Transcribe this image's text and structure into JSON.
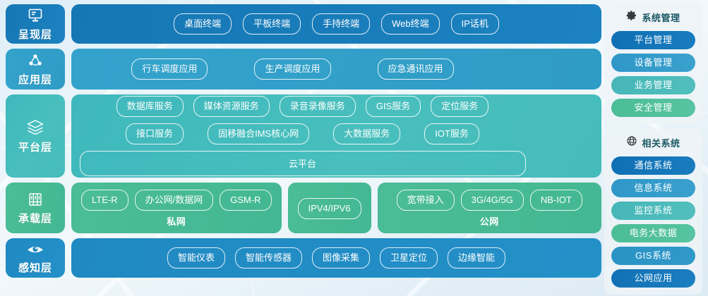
{
  "layers": [
    {
      "id": "presentation",
      "label": "呈现层",
      "icon": "monitor-icon",
      "items": [
        "桌面终端",
        "平板终端",
        "手持终端",
        "Web终端",
        "IP话机"
      ]
    },
    {
      "id": "application",
      "label": "应用层",
      "icon": "network-nodes-icon",
      "items": [
        "行车调度应用",
        "生产调度应用",
        "应急通讯应用"
      ]
    },
    {
      "id": "platform",
      "label": "平台层",
      "icon": "stacked-layers-icon",
      "row1": [
        "数据库服务",
        "媒体资源服务",
        "录音录像服务",
        "GIS服务",
        "定位服务"
      ],
      "row2": [
        "接口服务",
        "固移融合IMS核心网",
        "大数据服务",
        "IOT服务"
      ],
      "cloud": "云平台"
    },
    {
      "id": "bearer",
      "label": "承载层",
      "icon": "server-rack-icon",
      "groups": [
        {
          "id": "private",
          "label": "私网",
          "items": [
            "LTE-R",
            "办公网/数据网",
            "GSM-R"
          ]
        },
        {
          "id": "middle",
          "label": "",
          "items": [
            "IPV4/IPV6"
          ]
        },
        {
          "id": "public",
          "label": "公网",
          "items": [
            "宽带接入",
            "3G/4G/5G",
            "NB-IOT"
          ]
        }
      ]
    },
    {
      "id": "perception",
      "label": "感知层",
      "icon": "eye-icon",
      "items": [
        "智能仪表",
        "智能传感器",
        "图像采集",
        "卫星定位",
        "边缘智能"
      ]
    }
  ],
  "sidebar": {
    "panels": [
      {
        "id": "system-management",
        "title": "系统管理",
        "icon": "gear-icon",
        "items": [
          "平台管理",
          "设备管理",
          "业务管理",
          "安全管理"
        ]
      },
      {
        "id": "related-systems",
        "title": "相关系统",
        "icon": "globe-icon",
        "items": [
          "通信系统",
          "信息系统",
          "监控系统",
          "电务大数据",
          "GIS系统",
          "公网应用"
        ]
      }
    ]
  },
  "colors": {
    "presentation": "#1677b4",
    "application": "#34a3cc",
    "platform": "#45bcbb",
    "bearer": "#47ba94",
    "perception": "#2089c2",
    "panel_bg": "#eef3f7",
    "page_bg": "#e6f1f8"
  }
}
